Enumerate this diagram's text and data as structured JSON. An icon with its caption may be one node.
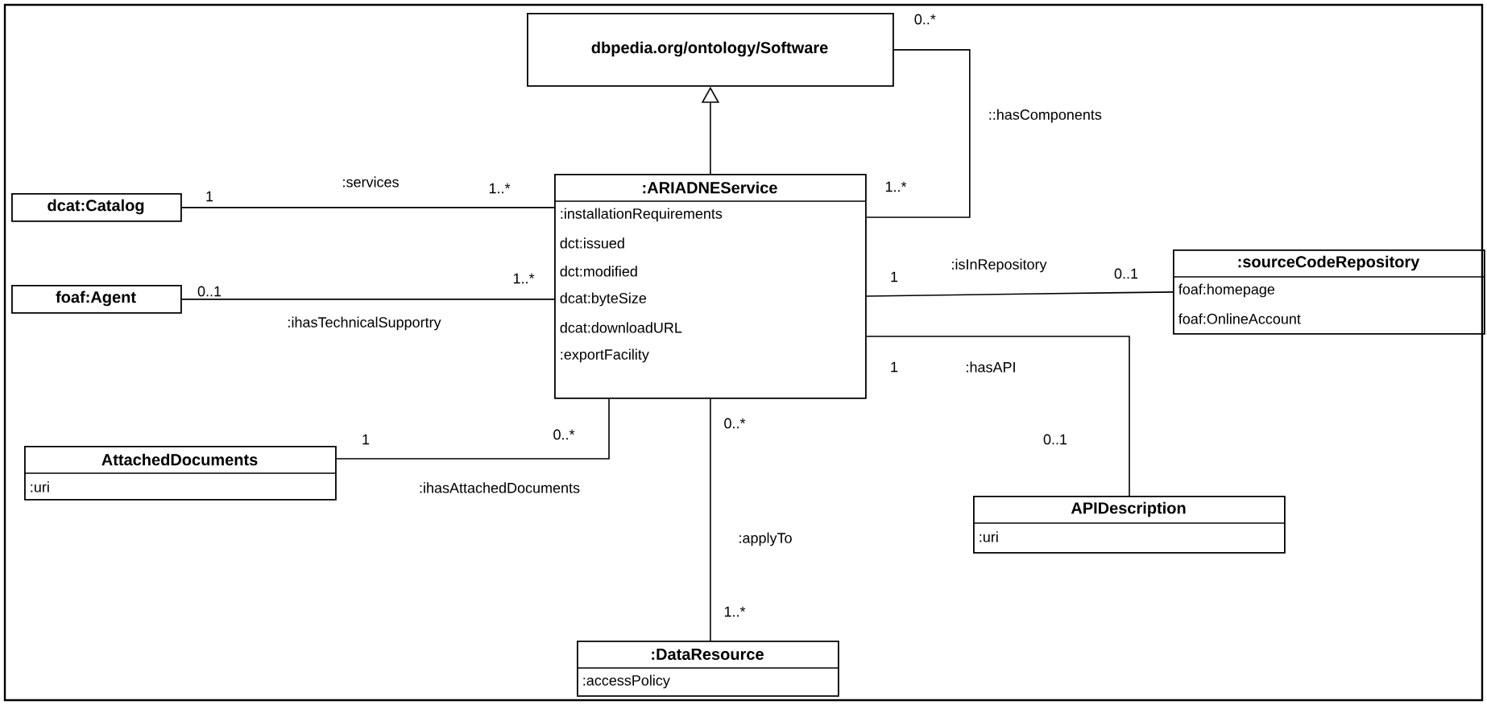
{
  "diagram": {
    "nodes": [
      {
        "text": [
          "dbpedia.org/ontology/Software"
        ]
      },
      {
        "text": [
          ":ARIADNEService",
          ":installationRequirements",
          "dct:issued",
          "dct:modified",
          "dcat:byteSize",
          "dcat:downloadURL",
          ":exportFacility"
        ]
      },
      {
        "text": [
          "dcat:Catalog"
        ]
      },
      {
        "text": [
          "foaf:Agent"
        ]
      },
      {
        "text": [
          ":sourceCodeRepository",
          "foaf:homepage",
          "foaf:OnlineAccount"
        ]
      },
      {
        "text": [
          "AttachedDocuments",
          ":uri"
        ]
      },
      {
        "text": [
          "APIDescription",
          ":uri"
        ]
      },
      {
        "text": [
          ":DataResource",
          ":accessPolicy"
        ]
      }
    ],
    "edges": [
      {
        "from": 1,
        "to": 0,
        "arrow": "to"
      },
      {
        "from": 0,
        "to": 1,
        "arrow": "none",
        "label": "::hasComponents"
      },
      {
        "from": 2,
        "to": 1,
        "arrow": "none",
        "label": ":services"
      },
      {
        "from": 3,
        "to": 1,
        "arrow": "none",
        "label": ":ihasTechnicalSupportry"
      },
      {
        "from": 1,
        "to": 4,
        "arrow": "none",
        "label": ":isInRepository"
      },
      {
        "from": 1,
        "to": 6,
        "arrow": "none",
        "label": ":hasAPI"
      },
      {
        "from": 5,
        "to": 1,
        "arrow": "none",
        "label": ":ihasAttachedDocuments"
      },
      {
        "from": 1,
        "to": 7,
        "arrow": "none",
        "label": ":applyTo"
      }
    ],
    "labels": [
      "0..*",
      "1",
      "1..*",
      "1..*",
      "0..1",
      "1..*",
      "1",
      "0..1",
      "1",
      "0..1",
      "0..*",
      "0..*",
      "1",
      "1..*"
    ]
  }
}
